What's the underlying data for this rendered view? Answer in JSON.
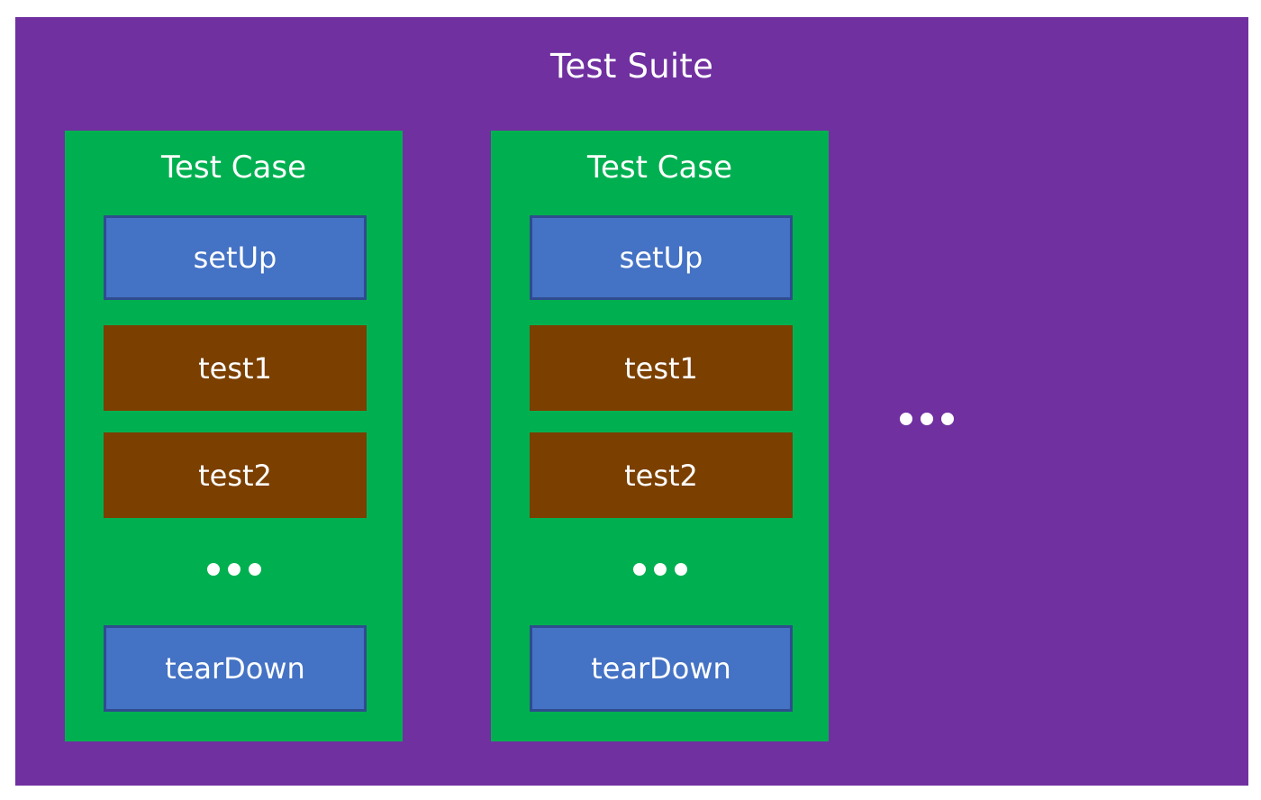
{
  "diagram": {
    "type": "nested-block-diagram",
    "title": "Test Suite",
    "colors": {
      "suite_background": "#7030A0",
      "case_background": "#00B050",
      "fixture_background": "#4472C4",
      "fixture_border": "#2F4C8F",
      "test_background": "#7B3F00",
      "text": "#FFFFFF",
      "page_background": "#FFFFFF"
    },
    "ellipsis_label": "...",
    "cases": [
      {
        "title": "Test Case",
        "steps": [
          {
            "label": "setUp",
            "kind": "fixture"
          },
          {
            "label": "test1",
            "kind": "test"
          },
          {
            "label": "test2",
            "kind": "test"
          },
          {
            "label": "...",
            "kind": "ellipsis"
          },
          {
            "label": "tearDown",
            "kind": "fixture"
          }
        ]
      },
      {
        "title": "Test Case",
        "steps": [
          {
            "label": "setUp",
            "kind": "fixture"
          },
          {
            "label": "test1",
            "kind": "test"
          },
          {
            "label": "test2",
            "kind": "test"
          },
          {
            "label": "...",
            "kind": "ellipsis"
          },
          {
            "label": "tearDown",
            "kind": "fixture"
          }
        ]
      }
    ],
    "more_cases_indicator": "..."
  }
}
